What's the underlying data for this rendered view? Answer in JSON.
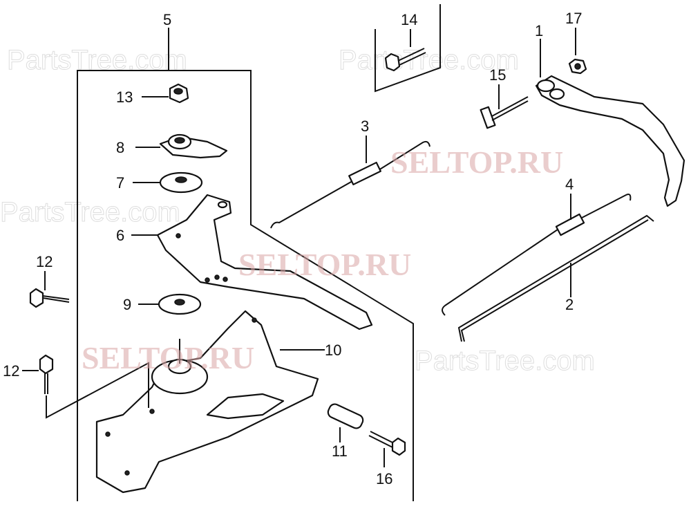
{
  "watermarks": {
    "primary": "SELTOP.RU",
    "secondary": "PartsTree.com"
  },
  "callouts": {
    "c1": "1",
    "c2": "2",
    "c3": "3",
    "c4": "4",
    "c5": "5",
    "c6": "6",
    "c7": "7",
    "c8": "8",
    "c9": "9",
    "c10": "10",
    "c11": "11",
    "c12a": "12",
    "c12b": "12",
    "c13": "13",
    "c14": "14",
    "c15": "15",
    "c16": "16",
    "c17": "17"
  }
}
